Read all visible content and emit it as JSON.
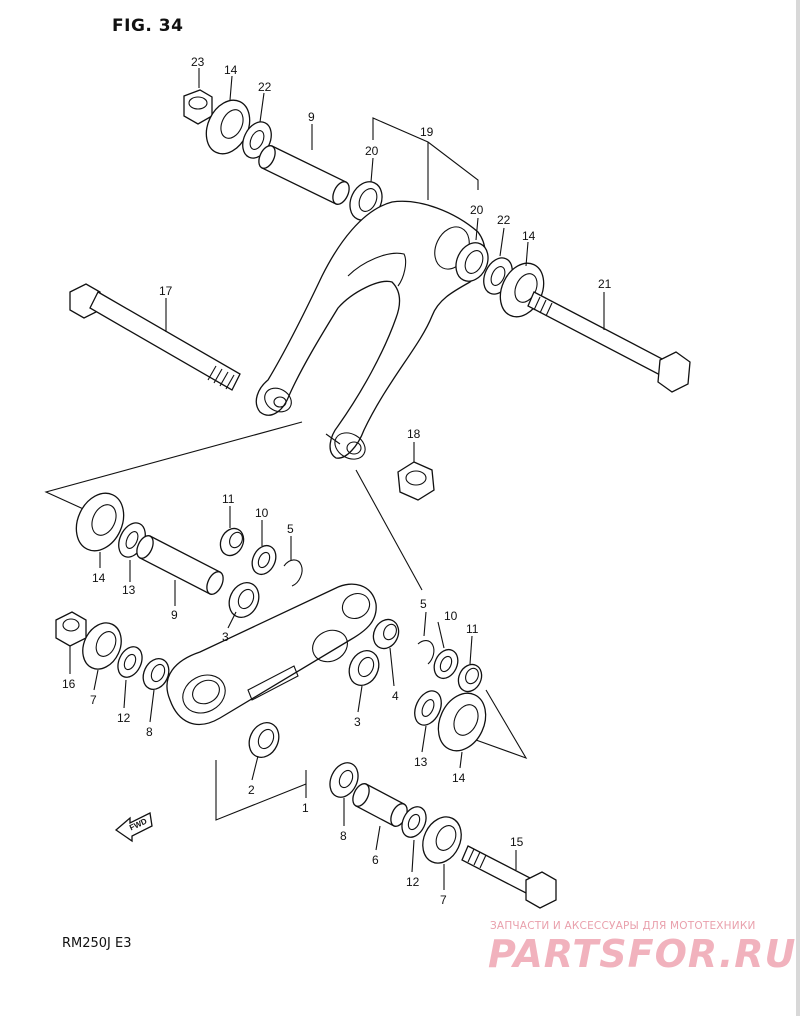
{
  "figure": {
    "title": "FIG. 34"
  },
  "model": "RM250J  E3",
  "watermark": {
    "tagline": "ЗАПЧАСТИ И АКСЕССУАРЫ ДЛЯ МОТОТЕХНИКИ",
    "site": "PARTSFOR.RU"
  },
  "arrow": {
    "text": "FWD"
  },
  "callouts": {
    "c23": "23",
    "c14a": "14",
    "c22a": "22",
    "c9a": "9",
    "c20a": "20",
    "c19": "19",
    "c20b": "20",
    "c22b": "22",
    "c14b": "14",
    "c21": "21",
    "c17": "17",
    "c18": "18",
    "c11a": "11",
    "c10a": "10",
    "c5a": "5",
    "c14c": "14",
    "c13a": "13",
    "c9b": "9",
    "c3a": "3",
    "c5b": "5",
    "c10b": "10",
    "c11b": "11",
    "c16": "16",
    "c7a": "7",
    "c12a": "12",
    "c8a": "8",
    "c3b": "3",
    "c4": "4",
    "c13b": "13",
    "c14d": "14",
    "c2": "2",
    "c1": "1",
    "c8b": "8",
    "c6": "6",
    "c12b": "12",
    "c7b": "7",
    "c15": "15"
  }
}
